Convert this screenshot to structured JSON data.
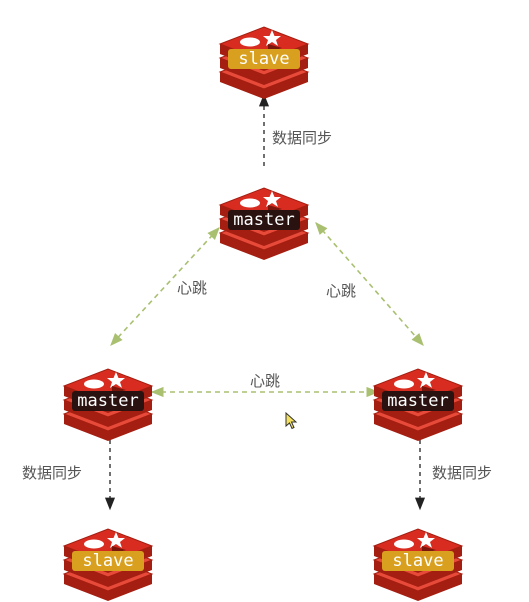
{
  "colors": {
    "logo_red": "#d82c20",
    "logo_red_dark": "#a41e11",
    "logo_red_light": "#e84a3a",
    "master_band": "#2a1210",
    "master_text": "#ffffff",
    "slave_band": "#d9a020",
    "slave_text": "#ffffff",
    "heartbeat_line": "#a8c070",
    "sync_line": "#333333",
    "label_text": "#555555"
  },
  "icons": {
    "node": "redis-logo-icon",
    "cursor": "mouse-pointer-icon"
  },
  "nodes": {
    "top_slave": {
      "label": "slave",
      "role": "slave"
    },
    "top_master": {
      "label": "master",
      "role": "master"
    },
    "left_master": {
      "label": "master",
      "role": "master"
    },
    "right_master": {
      "label": "master",
      "role": "master"
    },
    "left_slave": {
      "label": "slave",
      "role": "slave"
    },
    "right_slave": {
      "label": "slave",
      "role": "slave"
    }
  },
  "edges": {
    "sync_top": {
      "label": "数据同步"
    },
    "sync_left": {
      "label": "数据同步"
    },
    "sync_right": {
      "label": "数据同步"
    },
    "heartbeat_left": {
      "label": "心跳"
    },
    "heartbeat_right": {
      "label": "心跳"
    },
    "heartbeat_bottom": {
      "label": "心跳"
    }
  }
}
